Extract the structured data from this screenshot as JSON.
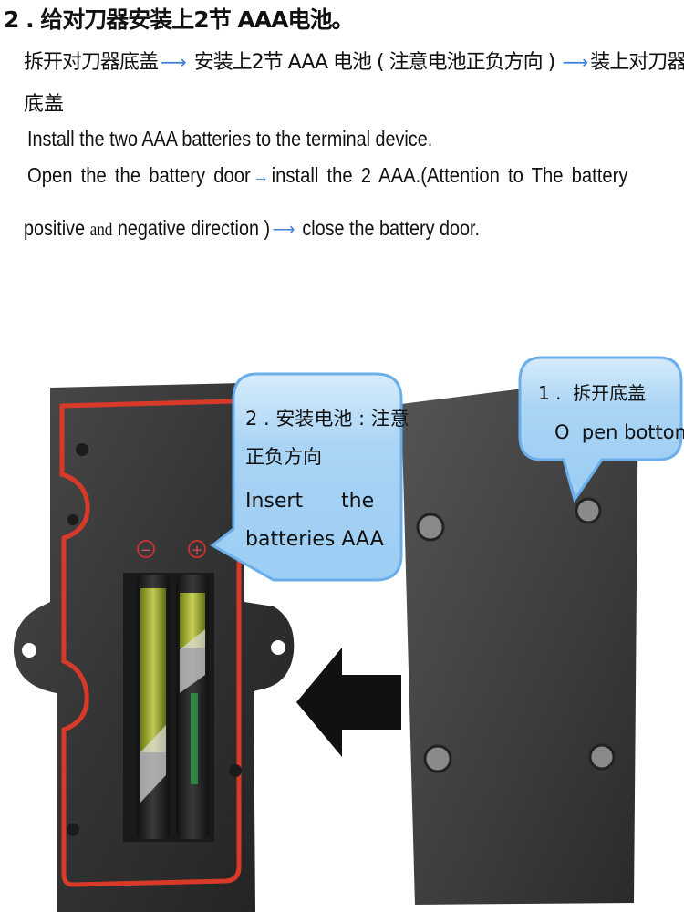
{
  "heading": {
    "title": "2 . 给对刀器安装上2节 AAA电池。"
  },
  "chinese": {
    "step_a": "拆开对刀器底盖",
    "step_b": "安装上2节  AAA 电池 ( 注意电池正负方向 )",
    "step_c": "装上对刀器",
    "step_c_cont": "底盖"
  },
  "english": {
    "intro": "Install the two AAA batteries to the terminal device.",
    "step_a": "Open the the battery door",
    "step_b": "install the 2 AAA.(Attention to The battery",
    "step_b_cont_1": "positive",
    "step_b_cont_and": "and",
    "step_b_cont_2": "negative direction )",
    "step_c": "close the battery door."
  },
  "callouts": {
    "install": {
      "line1": "2 . 安装电池 : 注意",
      "line2": "正负方向",
      "line3": "Insert      the",
      "line4": "batteries AAA"
    },
    "open": {
      "line1": "1 .  拆开底盖",
      "line2": "O  pen bottom"
    }
  },
  "device": {
    "minus_symbol": "−",
    "plus_symbol": "+"
  },
  "colors": {
    "callout_fill": "#a9d4f5",
    "callout_stroke": "#6aaeea",
    "arrow_blue": "#3b7dd8",
    "gasket_red": "#d83a2a",
    "housing": "#3a3a3a"
  }
}
